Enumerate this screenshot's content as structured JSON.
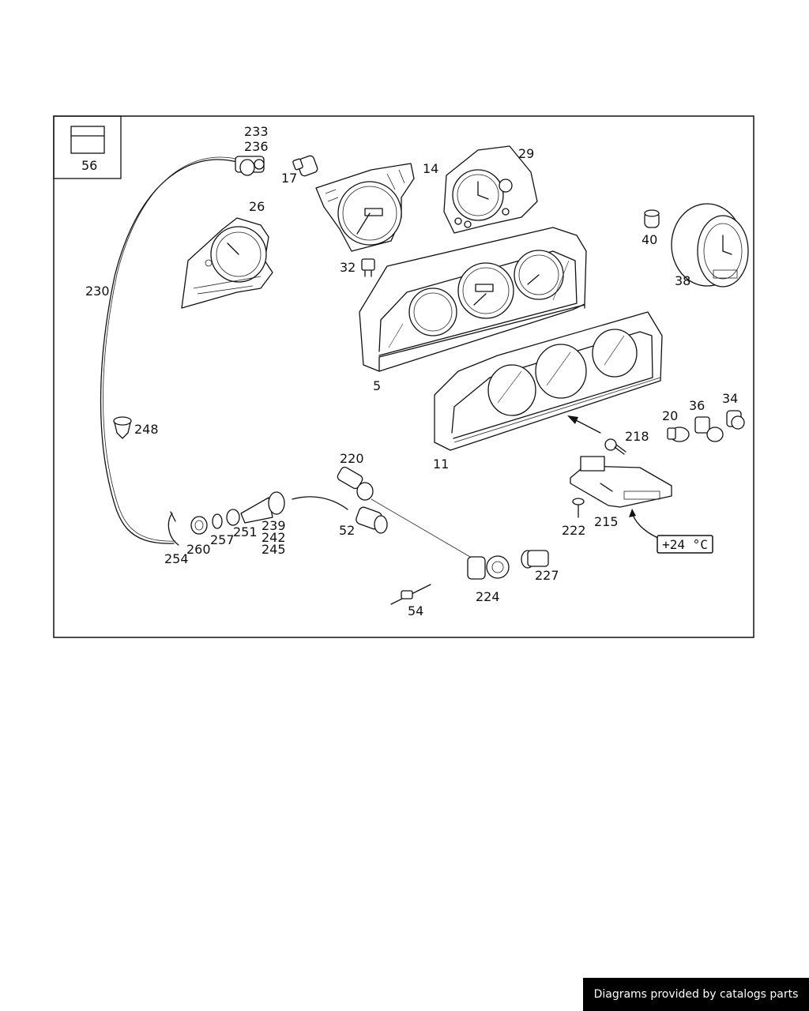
{
  "diagram": {
    "group_label": "56",
    "display_readout": "+24 °C",
    "labels": {
      "p233": "233",
      "p236": "236",
      "p17": "17",
      "p14": "14",
      "p29": "29",
      "p26": "26",
      "p230": "230",
      "p32": "32",
      "p40": "40",
      "p38": "38",
      "p5": "5",
      "p248": "248",
      "p11": "11",
      "p20": "20",
      "p36": "36",
      "p34": "34",
      "p218": "218",
      "p220": "220",
      "p52": "52",
      "p239": "239",
      "p242": "242",
      "p245": "245",
      "p251": "251",
      "p257": "257",
      "p260": "260",
      "p254": "254",
      "p222": "222",
      "p215": "215",
      "p224": "224",
      "p227": "227",
      "p54": "54"
    }
  },
  "footer": {
    "text": "Diagrams provided by catalogs parts"
  }
}
